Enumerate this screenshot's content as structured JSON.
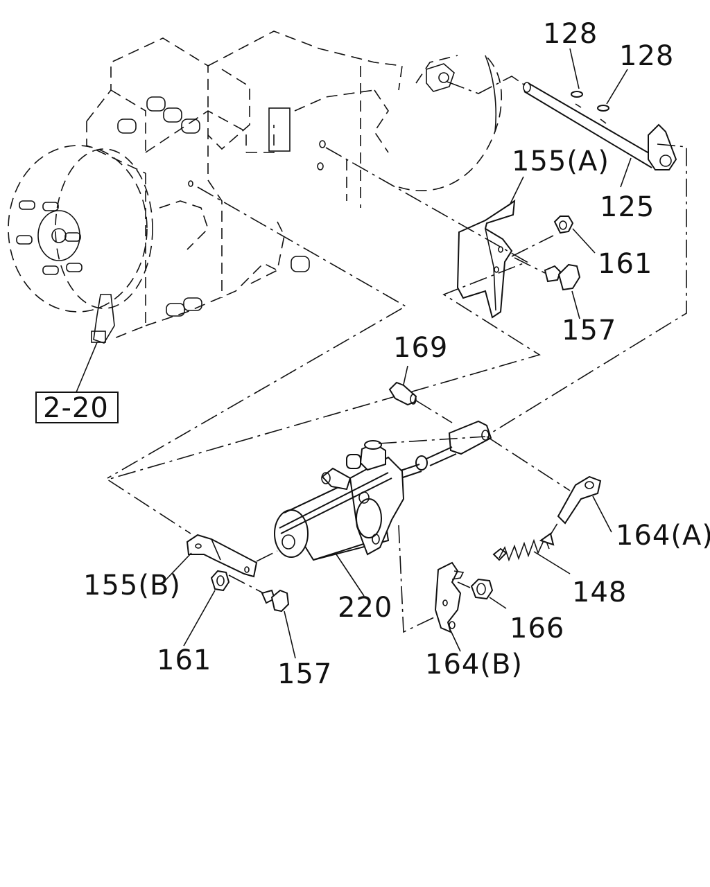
{
  "labels": {
    "l128a": "128",
    "l128b": "128",
    "l125": "125",
    "l155a": "155(A)",
    "l161a": "161",
    "l157a": "157",
    "l169": "169",
    "l220": "220",
    "l164a": "164(A)",
    "l148": "148",
    "l166": "166",
    "l164b": "164(B)",
    "l155b": "155(B)",
    "l161b": "161",
    "l157b": "157",
    "ref": "2-20"
  }
}
